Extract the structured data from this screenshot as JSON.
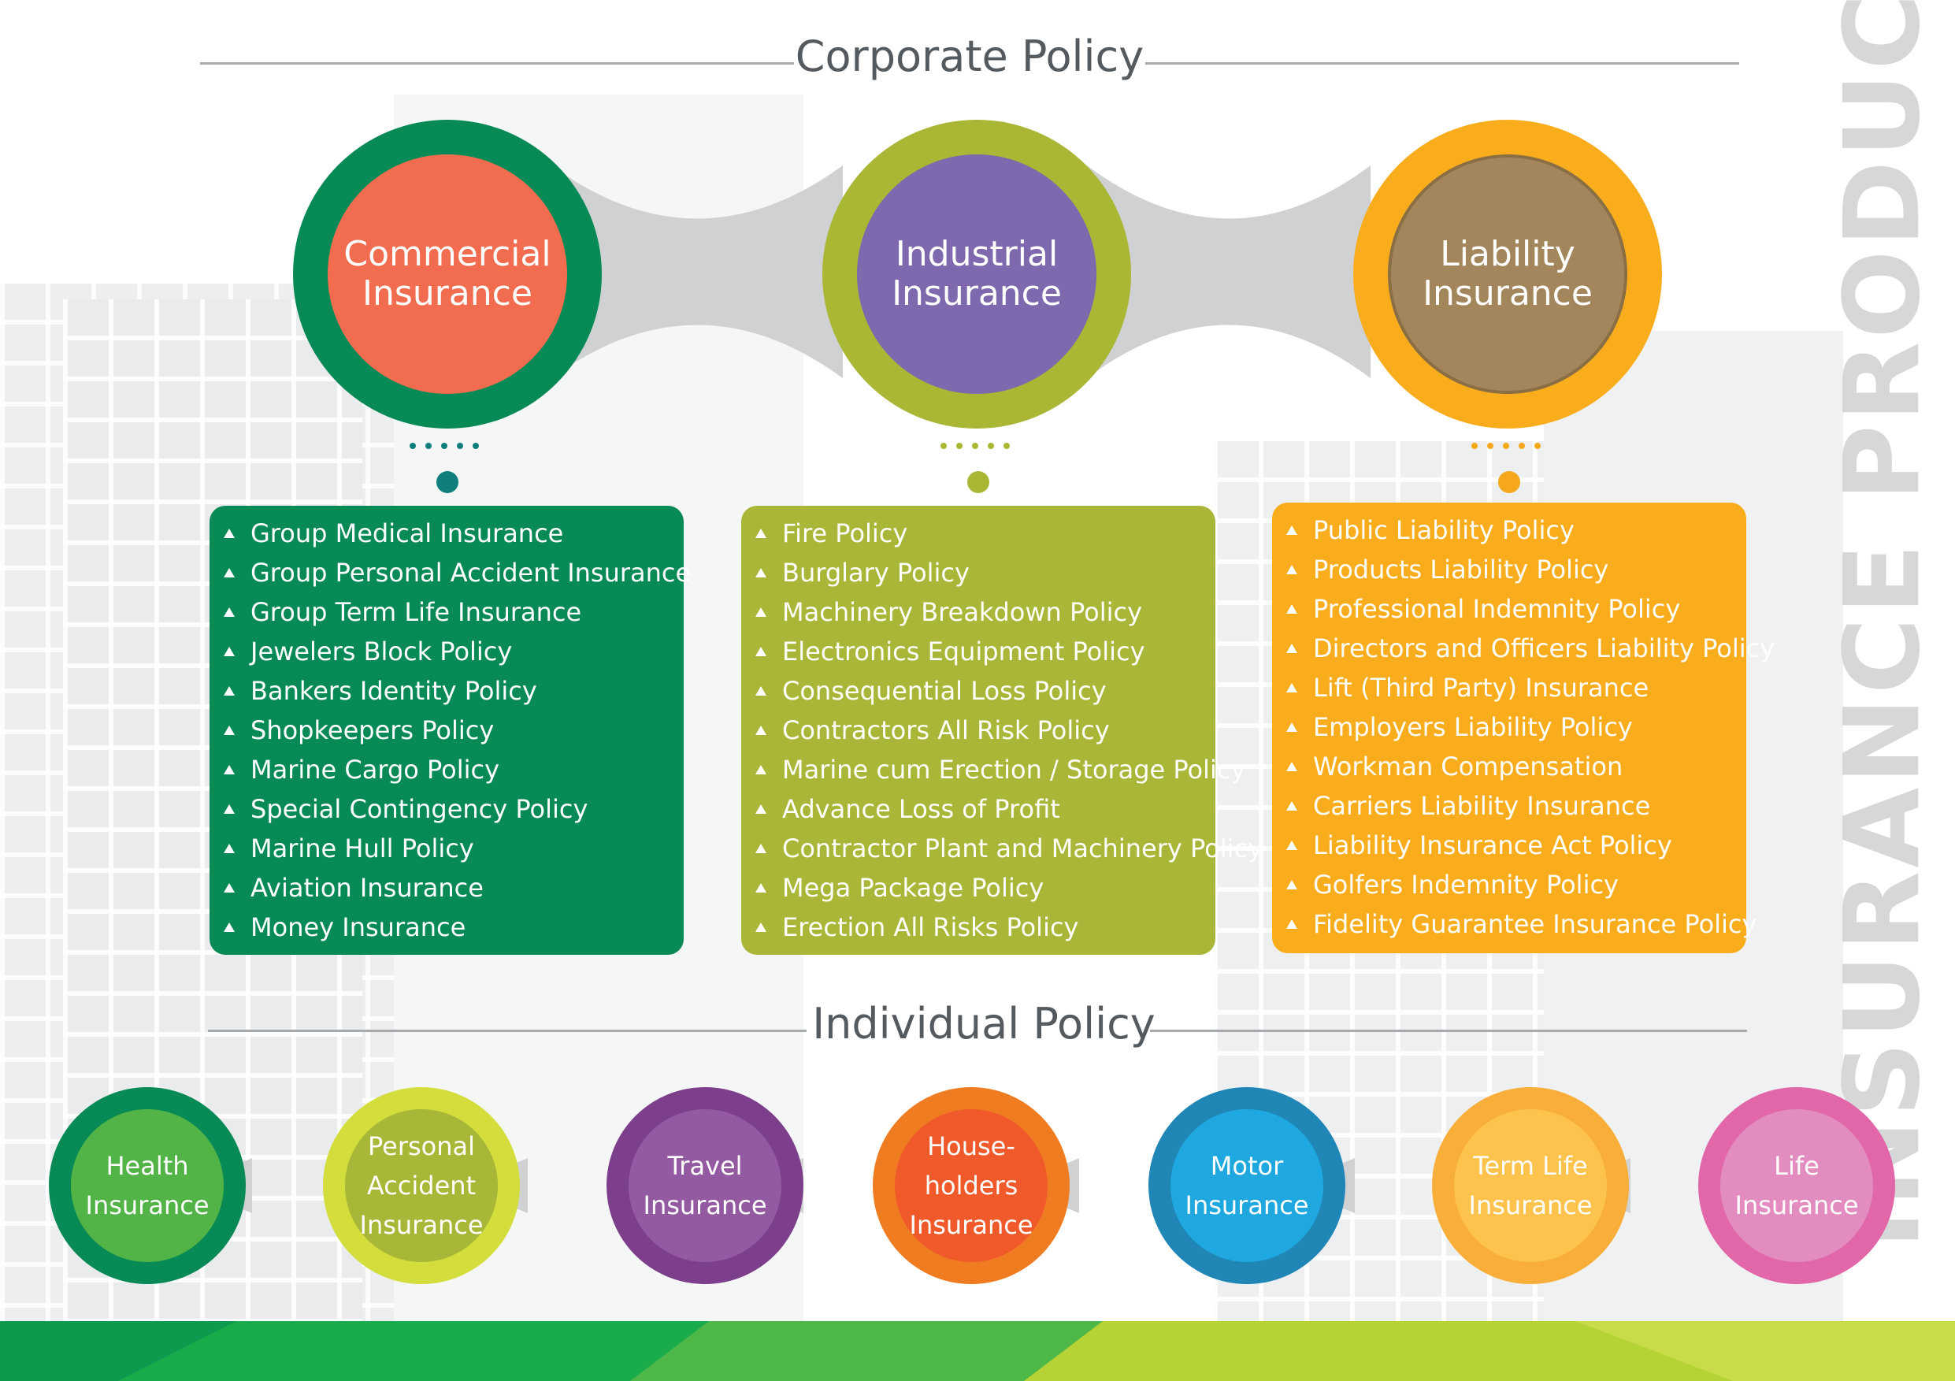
{
  "page": {
    "vertical_title": "INSURANCE PRODUCTS"
  },
  "corporate": {
    "title": "Corporate Policy",
    "categories": [
      {
        "name": "Commercial\nInsurance",
        "outer_color": "#078a55",
        "inner_color": "#f26d4f",
        "box_color": "#078a55",
        "dot_color": "#0e7f7a",
        "items": [
          "Group Medical Insurance",
          "Group Personal Accident Insurance",
          "Group Term Life Insurance",
          "Jewelers Block Policy",
          "Bankers Identity Policy",
          "Shopkeepers Policy",
          "Marine Cargo Policy",
          "Special Contingency Policy",
          "Marine Hull Policy",
          "Aviation Insurance",
          "Money Insurance"
        ]
      },
      {
        "name": "Industrial\nInsurance",
        "outer_color": "#a9b735",
        "inner_color": "#7e68ae",
        "box_color": "#aab637",
        "dot_color": "#a9b735",
        "items": [
          "Fire Policy",
          "Burglary Policy",
          "Machinery Breakdown Policy",
          "Electronics Equipment Policy",
          "Consequential Loss Policy",
          "Contractors All Risk Policy",
          "Marine cum Erection / Storage Policy",
          "Advance Loss of Profit",
          "Contractor Plant and Machinery Policy",
          "Mega Package Policy",
          "Erection All Risks Policy"
        ]
      },
      {
        "name": "Liability\nInsurance",
        "outer_color": "#f9ad1c",
        "inner_color": "#a4865c",
        "box_color": "#f9ad1c",
        "dot_color": "#f6a81d",
        "items": [
          "Public Liability Policy",
          "Products Liability Policy",
          "Professional Indemnity Policy",
          "Directors and Officers Liability Policy",
          "Lift (Third Party) Insurance",
          "Employers Liability Policy",
          "Workman Compensation",
          "Carriers Liability Insurance",
          "Liability Insurance Act Policy",
          "Golfers Indemnity Policy",
          "Fidelity Guarantee Insurance Policy"
        ]
      }
    ]
  },
  "individual": {
    "title": "Individual Policy",
    "products": [
      {
        "name": "Health\nInsurance",
        "outer_color": "#078a55",
        "inner_color": "#52b447"
      },
      {
        "name": "Personal\nAccident\nInsurance",
        "outer_color": "#d3de3c",
        "inner_color": "#a8b737"
      },
      {
        "name": "Travel\nInsurance",
        "outer_color": "#7d3e8c",
        "inner_color": "#935aa1"
      },
      {
        "name": "House-\nholders\nInsurance",
        "outer_color": "#f07c21",
        "inner_color": "#f05a2a"
      },
      {
        "name": "Motor\nInsurance",
        "outer_color": "#1f86b6",
        "inner_color": "#1ea8df"
      },
      {
        "name": "Term Life\nInsurance",
        "outer_color": "#f8ae38",
        "inner_color": "#fdc34d"
      },
      {
        "name": "Life\nInsurance",
        "outer_color": "#e167a8",
        "inner_color": "#e38cc0"
      }
    ]
  }
}
